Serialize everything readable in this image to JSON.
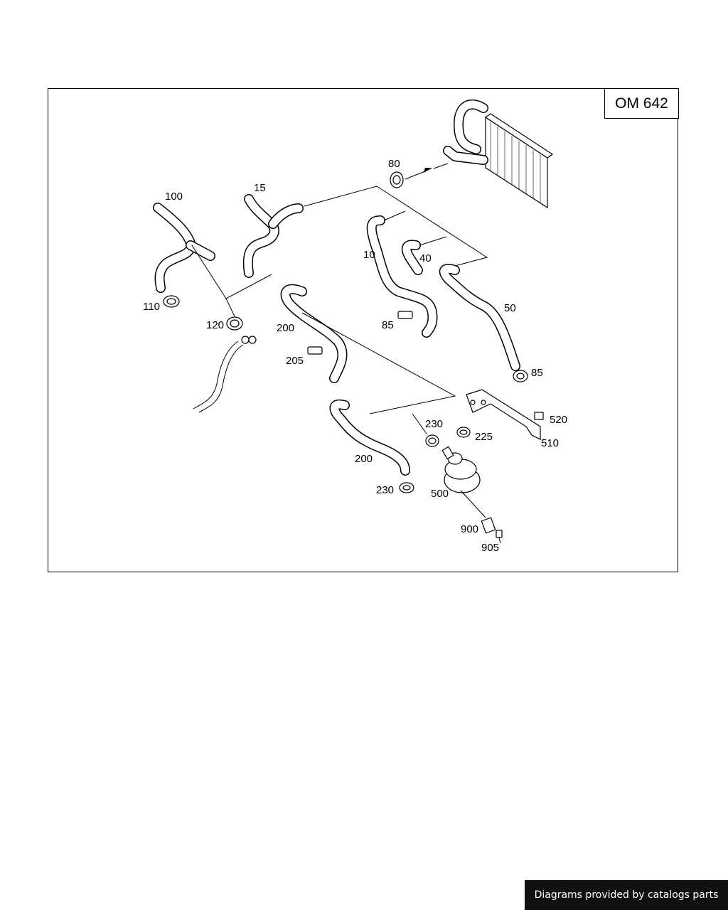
{
  "engine_label": "OM 642",
  "callouts": {
    "c100": "100",
    "c15": "15",
    "c80": "80",
    "c10": "10",
    "c40": "40",
    "c50": "50",
    "c110": "110",
    "c120": "120",
    "c200a": "200",
    "c85a": "85",
    "c205": "205",
    "c85b": "85",
    "c520": "520",
    "c230a": "230",
    "c225": "225",
    "c510": "510",
    "c200b": "200",
    "c230b": "230",
    "c500": "500",
    "c900": "900",
    "c905": "905"
  },
  "footer": "Diagrams provided by catalogs parts"
}
